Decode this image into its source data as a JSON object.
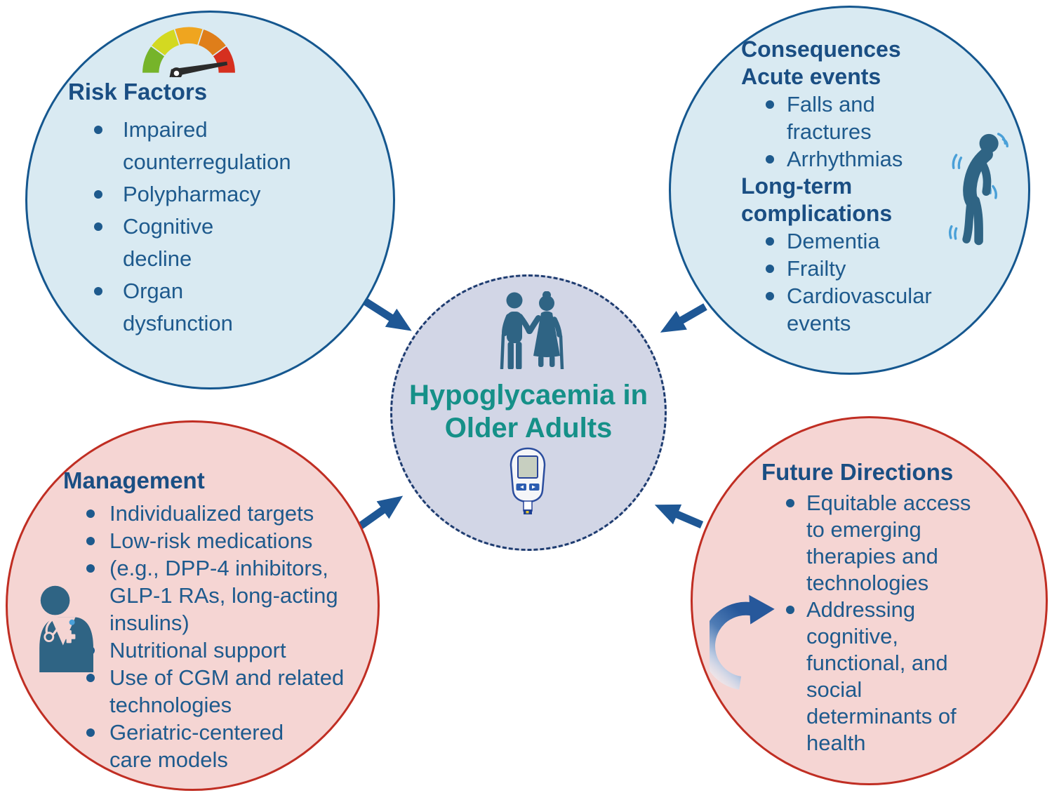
{
  "center": {
    "title": "Hypoglycaemia in\nOlder Adults",
    "icons": [
      "elderly-couple-icon",
      "glucose-meter-icon"
    ]
  },
  "risk_factors": {
    "title": "Risk Factors",
    "icon": "speedometer-icon",
    "items": [
      "Impaired\ncounterregulation",
      "Polypharmacy",
      "Cognitive\ndecline",
      "Organ\ndysfunction"
    ]
  },
  "consequences": {
    "title": "Consequences",
    "subtitle_acute": "Acute events",
    "acute_items": [
      "Falls and\nfractures",
      "Arrhythmias"
    ],
    "subtitle_long_term": "Long-term\ncomplications",
    "long_term_items": [
      "Dementia",
      "Frailty",
      "Cardiovascular\nevents"
    ],
    "icon": "falling-person-icon"
  },
  "management": {
    "title": "Management",
    "icon": "doctor-icon",
    "items": [
      "Individualized targets",
      "Low-risk medications",
      "(e.g., DPP-4 inhibitors,\nGLP-1 RAs, long-acting\ninsulins)",
      "Nutritional support",
      "Use of CGM and related\ntechnologies",
      "Geriatric-centered\ncare models"
    ]
  },
  "future_directions": {
    "title": "Future Directions",
    "icon": "curved-arrow-icon",
    "items": [
      "Equitable access\nto emerging\ntherapies and\ntechnologies",
      "Addressing\ncognitive,\nfunctional, and\nsocial\ndeterminants of\nhealth"
    ]
  },
  "colors": {
    "light_blue_fill": "#d9eaf2",
    "blue_border": "#15578f",
    "pink_fill": "#f5d5d3",
    "red_border": "#c02e23",
    "lavender_fill": "#d2d6e6",
    "navy_border": "#1e3c70",
    "header_text": "#1a4e83",
    "body_text": "#1e5a8d",
    "teal_title": "#159088",
    "arrow_blue": "#1e5795",
    "icon_blue": "#2f6484"
  },
  "icon_palette": {
    "gauge_segments": [
      "#76b42a",
      "#d3d921",
      "#efa51f",
      "#df7e1a",
      "#d6301f"
    ],
    "gauge_needle": "#2b2b2b",
    "motion_arc_blue": "#4aa0d8",
    "meter_outline": "#2b4d9e",
    "meter_screen": "#c7cfc0",
    "meter_button": "#2b5cb0"
  }
}
